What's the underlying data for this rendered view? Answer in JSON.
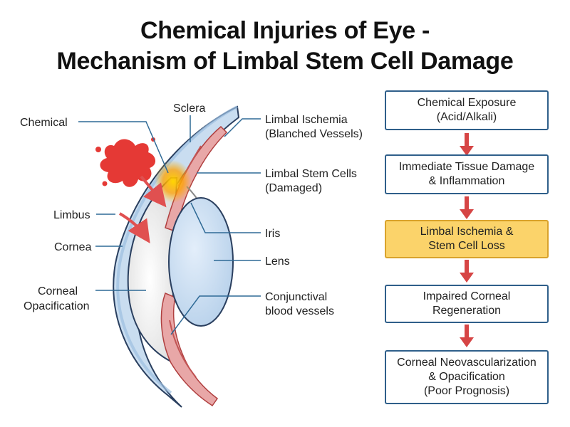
{
  "title": {
    "line1": "Chemical Injuries of Eye -",
    "line2": "Mechanism of Limbal Stem Cell Damage"
  },
  "diagram": {
    "labels": {
      "sclera": "Sclera",
      "chemical": "Chemical",
      "limbal_ischemia_1": "Limbal Ischemia",
      "limbal_ischemia_2": "(Blanched Vessels)",
      "limbal_stem_cells_1": "Limbal Stem Cells",
      "limbal_stem_cells_2": "(Damaged)",
      "limbus": "Limbus",
      "iris": "Iris",
      "cornea": "Cornea",
      "lens": "Lens",
      "corneal_opacification_1": "Corneal",
      "corneal_opacification_2": "Opacification",
      "conjunctival_vessels_1": "Conjunctival",
      "conjunctival_vessels_2": "blood vessels"
    },
    "colors": {
      "sclera": "#c9ddf0",
      "cornea": "#eeeeee",
      "lens": "#cfe2f3",
      "vessels": "#e8a7a7",
      "chemical": "#e53935",
      "glow": "#ffb300",
      "arrow": "#e05050",
      "outline": "#2a3f5f",
      "leader": "#2f6a96"
    }
  },
  "flowchart": {
    "steps": [
      {
        "lines": [
          "Chemical Exposure",
          "(Acid/Alkali)"
        ],
        "highlight": false
      },
      {
        "lines": [
          "Immediate Tissue Damage",
          "& Inflammation"
        ],
        "highlight": false
      },
      {
        "lines": [
          "Limbal Ischemia &",
          "Stem Cell Loss"
        ],
        "highlight": true
      },
      {
        "lines": [
          "Impaired Corneal",
          "Regeneration"
        ],
        "highlight": false
      },
      {
        "lines": [
          "Corneal Neovascularization",
          "& Opacification",
          "(Poor Prognosis)"
        ],
        "highlight": false
      }
    ],
    "colors": {
      "border": "#2f5f8a",
      "highlight_fill": "#fbd36a",
      "arrow": "#d64545"
    }
  }
}
